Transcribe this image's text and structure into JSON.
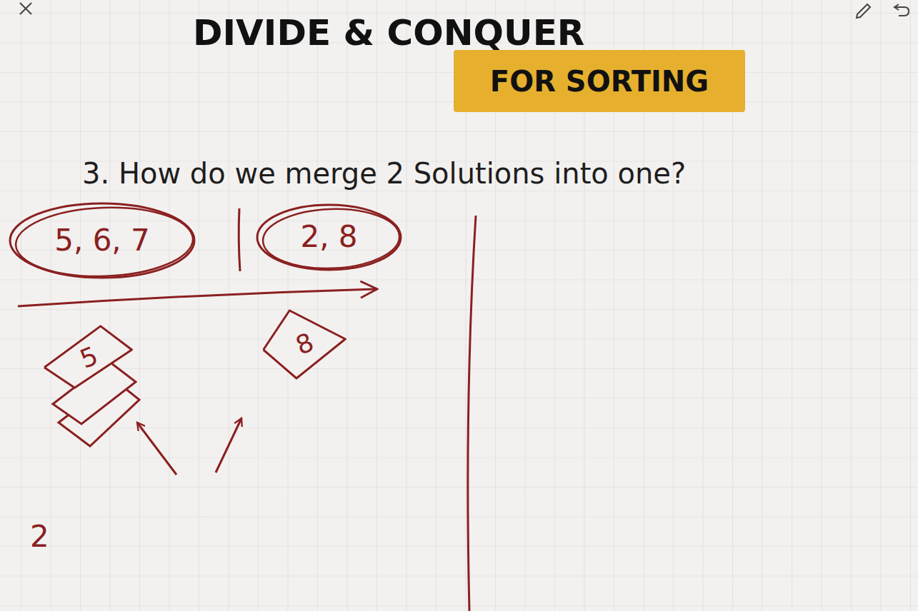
{
  "diagram": {
    "title": "DIVIDE & CONQUER",
    "nodes": [
      {
        "text": [
          "FOR SORTING"
        ]
      },
      {
        "text": [
          "5, 6, 7"
        ]
      },
      {
        "text": [
          "2, 8"
        ]
      },
      {
        "text": [
          "5"
        ]
      },
      {
        "text": [
          "8"
        ]
      }
    ],
    "labels": [
      "3. How do we merge 2 Solutions into one?",
      "2"
    ]
  }
}
